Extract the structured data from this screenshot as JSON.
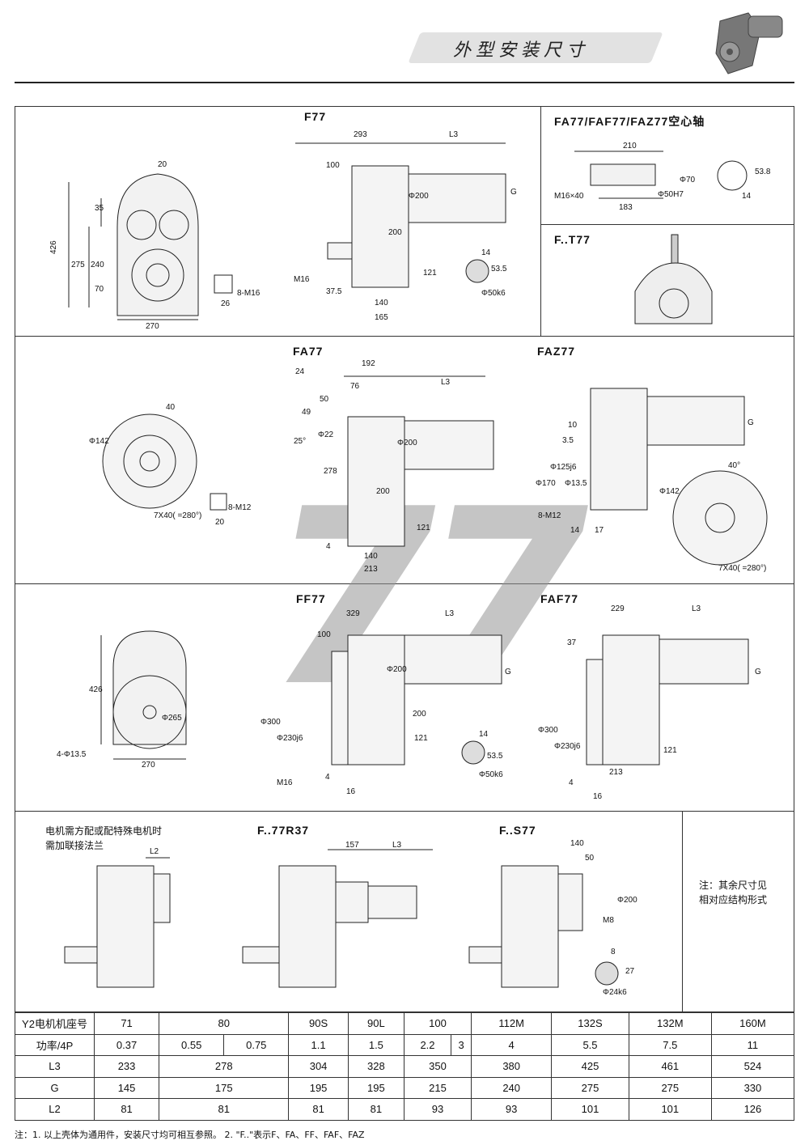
{
  "header": {
    "title": "外型安装尺寸"
  },
  "labels": {
    "f77": "F77",
    "fa77_hollow": "FA77/FAF77/FAZ77空心轴",
    "ft77": "F..T77",
    "fa77": "FA77",
    "faz77": "FAZ77",
    "ff77": "FF77",
    "faf77": "FAF77",
    "f77r37": "F..77R37",
    "fs77": "F..S77",
    "watermark": "77"
  },
  "notes": {
    "motor_flange_line1": "电机需方配或配特殊电机时",
    "motor_flange_line2": "需加联接法兰",
    "remark_line1": "注：其余尺寸见",
    "remark_line2": "相对应结构形式"
  },
  "dims": {
    "f77_side": {
      "d20": "20",
      "d426": "426",
      "d35": "35",
      "d275": "275",
      "d240": "240",
      "d70": "70",
      "d270": "270",
      "d26": "26",
      "m16": "8-M16"
    },
    "f77_main": {
      "d293": "293",
      "l3": "L3",
      "d100": "100",
      "phi200": "Φ200",
      "g": "G",
      "d200": "200",
      "m16": "M16",
      "d121": "121",
      "d37_5": "37.5",
      "d140": "140",
      "d165": "165",
      "d14": "14",
      "d53_5": "53.5",
      "phi50": "Φ50k6"
    },
    "hollow": {
      "d210": "210",
      "m16x40": "M16×40",
      "phi50h7": "Φ50H7",
      "phi70": "Φ70",
      "d183": "183",
      "d53_8": "53.8",
      "d14": "14"
    },
    "fa77_flange": {
      "d40": "40",
      "phi142": "Φ142",
      "holes": "7X40( =280°)",
      "d20": "20",
      "m12": "8-M12"
    },
    "fa77": {
      "d24": "24",
      "d192": "192",
      "d76": "76",
      "l3": "L3",
      "d50": "50",
      "d49": "49",
      "d25": "25°",
      "phi22": "Φ22",
      "phi200": "Φ200",
      "d278": "278",
      "d200": "200",
      "d121": "121",
      "d4": "4",
      "d140": "140",
      "d213": "213"
    },
    "faz77": {
      "d10": "10",
      "d3_5": "3.5",
      "phi170": "Φ170",
      "phi125": "Φ125j6",
      "phi13_5": "Φ13.5",
      "m12": "8-M12",
      "d14": "14",
      "d17": "17",
      "g": "G",
      "d40": "40°",
      "phi142": "Φ142",
      "holes": "7X40( =280°)"
    },
    "ff77_side": {
      "d426": "426",
      "phi265": "Φ265",
      "holes": "4-Φ13.5",
      "d270": "270"
    },
    "ff77": {
      "d329": "329",
      "l3": "L3",
      "d100": "100",
      "phi200": "Φ200",
      "g": "G",
      "phi300": "Φ300",
      "phi230": "Φ230j6",
      "d200": "200",
      "d121": "121",
      "m16": "M16",
      "d4": "4",
      "d16": "16",
      "d14": "14",
      "d53_5": "53.5",
      "phi50": "Φ50k6"
    },
    "faf77": {
      "d229": "229",
      "l3": "L3",
      "d37": "37",
      "g": "G",
      "phi300": "Φ300",
      "phi230": "Φ230j6",
      "d121": "121",
      "d213": "213",
      "d4": "4",
      "d16": "16"
    },
    "flange": {
      "l2": "L2"
    },
    "r37": {
      "d157": "157",
      "l3": "L3"
    },
    "s77": {
      "d140": "140",
      "d50": "50",
      "phi200": "Φ200",
      "m8": "M8",
      "d8": "8",
      "d27": "27",
      "phi24": "Φ24k6"
    }
  },
  "table": {
    "rows": [
      {
        "label": "Y2电机机座号",
        "cells": [
          {
            "v": "71",
            "span": 2
          },
          {
            "v": "80",
            "span": 2
          },
          {
            "v": "90S",
            "span": 1
          },
          {
            "v": "90L",
            "span": 1
          },
          {
            "v": "100",
            "span": 2
          },
          {
            "v": "112M",
            "span": 1
          },
          {
            "v": "132S",
            "span": 1
          },
          {
            "v": "132M",
            "span": 1
          },
          {
            "v": "160M",
            "span": 1
          }
        ]
      },
      {
        "label": "功率/4P",
        "cells": [
          {
            "v": "0.37",
            "span": 2
          },
          {
            "v": "0.55",
            "span": 1
          },
          {
            "v": "0.75",
            "span": 1
          },
          {
            "v": "1.1",
            "span": 1
          },
          {
            "v": "1.5",
            "span": 1
          },
          {
            "v": "2.2",
            "span": 1
          },
          {
            "v": "3",
            "span": 1
          },
          {
            "v": "4",
            "span": 1
          },
          {
            "v": "5.5",
            "span": 1
          },
          {
            "v": "7.5",
            "span": 1
          },
          {
            "v": "11",
            "span": 1
          }
        ]
      },
      {
        "label": "L3",
        "cells": [
          {
            "v": "233",
            "span": 2
          },
          {
            "v": "278",
            "span": 2
          },
          {
            "v": "304",
            "span": 1
          },
          {
            "v": "328",
            "span": 1
          },
          {
            "v": "350",
            "span": 2
          },
          {
            "v": "380",
            "span": 1
          },
          {
            "v": "425",
            "span": 1
          },
          {
            "v": "461",
            "span": 1
          },
          {
            "v": "524",
            "span": 1
          }
        ]
      },
      {
        "label": "G",
        "cells": [
          {
            "v": "145",
            "span": 2
          },
          {
            "v": "175",
            "span": 2
          },
          {
            "v": "195",
            "span": 1
          },
          {
            "v": "195",
            "span": 1
          },
          {
            "v": "215",
            "span": 2
          },
          {
            "v": "240",
            "span": 1
          },
          {
            "v": "275",
            "span": 1
          },
          {
            "v": "275",
            "span": 1
          },
          {
            "v": "330",
            "span": 1
          }
        ]
      },
      {
        "label": "L2",
        "cells": [
          {
            "v": "81",
            "span": 2
          },
          {
            "v": "81",
            "span": 2
          },
          {
            "v": "81",
            "span": 1
          },
          {
            "v": "81",
            "span": 1
          },
          {
            "v": "93",
            "span": 2
          },
          {
            "v": "93",
            "span": 1
          },
          {
            "v": "101",
            "span": 1
          },
          {
            "v": "101",
            "span": 1
          },
          {
            "v": "126",
            "span": 1
          }
        ]
      }
    ]
  },
  "footnote": "注：1. 以上壳体为通用件，安装尺寸均可相互参照。   2. \"F..\"表示F、FA、FF、FAF、FAZ"
}
